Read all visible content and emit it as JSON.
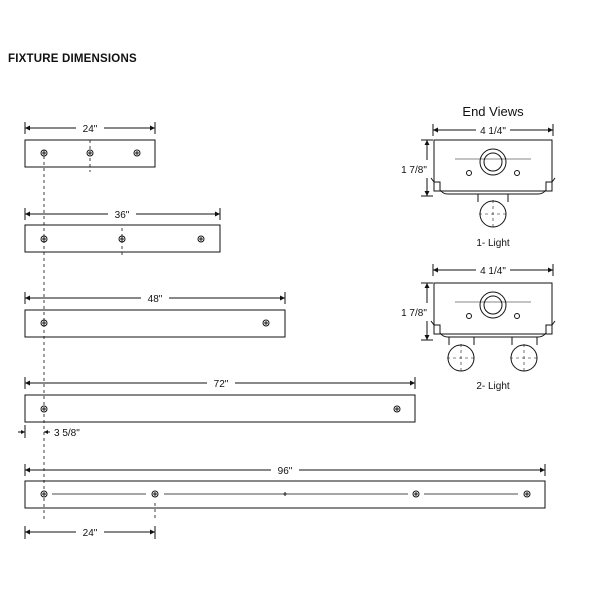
{
  "title": "FIXTURE DIMENSIONS",
  "colors": {
    "line": "#111111",
    "background": "#ffffff"
  },
  "fixtures": [
    {
      "length_label": "24\""
    },
    {
      "length_label": "36\""
    },
    {
      "length_label": "48\""
    },
    {
      "length_label": "72\""
    },
    {
      "length_label": "96\""
    }
  ],
  "offset_label": "3 5/8\"",
  "spacing_label": "24\"",
  "end_views": {
    "heading": "End Views",
    "width_label": "4 1/4\"",
    "height_label": "1 7/8\"",
    "one_light_label": "1- Light",
    "two_light_label": "2- Light"
  }
}
